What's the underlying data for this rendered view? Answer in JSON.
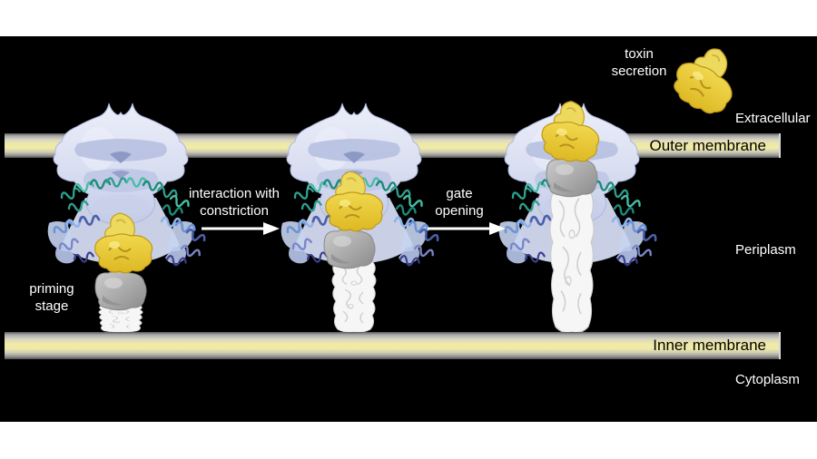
{
  "diagram": {
    "annotation_toxin": {
      "line1": "toxin",
      "line2": "secretion"
    },
    "compartments": {
      "extracellular": "Extracellular",
      "periplasm": "Periplasm",
      "cytoplasm": "Cytoplasm"
    },
    "membranes": {
      "outer": "Outer membrane",
      "inner": "Inner membrane"
    },
    "stage1_label": {
      "line1": "priming",
      "line2": "stage"
    },
    "transitions": {
      "t1": {
        "line1": "interaction with",
        "line2": "constriction"
      },
      "t2": {
        "line1": "gate",
        "line2": "opening"
      }
    },
    "colors": {
      "background": "#000000",
      "page": "#ffffff",
      "membrane_center": "#f0eaa6",
      "membrane_edge": "#585858",
      "barrel_lavender": "#d9def1",
      "barrel_shadow": "#b7c0e0",
      "toxin_yellow": "#e8c838",
      "toxin_pale": "#ecd95e",
      "plug_gray": "#a9a9a9",
      "tube_white": "#f6f6f6",
      "ribbon_teal": "#2f9e8c",
      "ribbon_blue": "#6b93d6",
      "ribbon_navy": "#3a3f8f",
      "label_text": "#ffffff",
      "membrane_text": "#000000"
    }
  }
}
